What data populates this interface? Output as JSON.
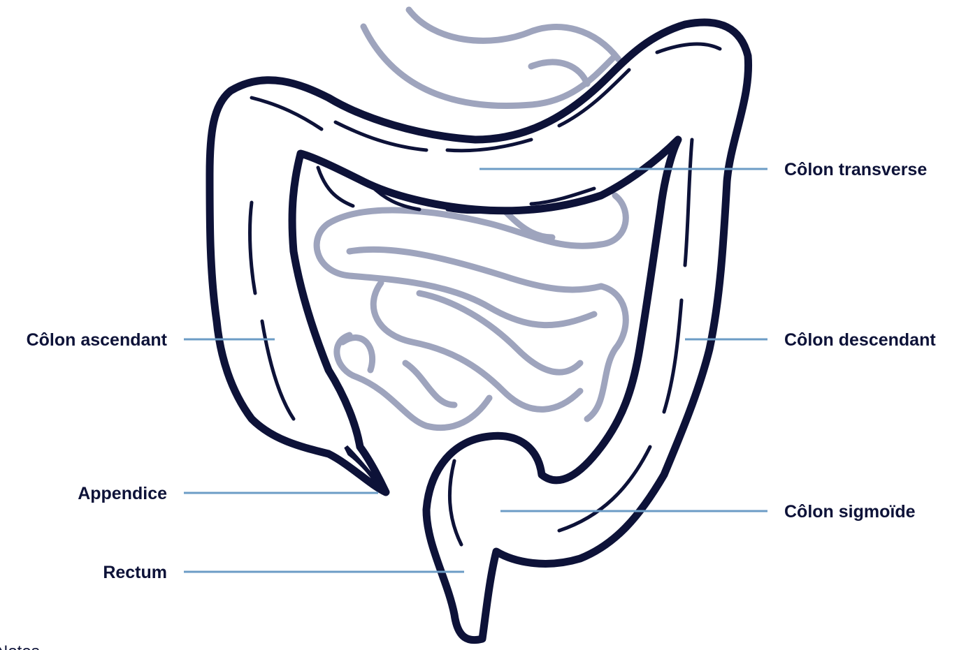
{
  "diagram": {
    "colors": {
      "colon_outline": "#0d1238",
      "intestine": "#9ea4bd",
      "leader_line": "#6c9cc6",
      "label_text": "#0d1238"
    },
    "labels": {
      "transverse": "Côlon transverse",
      "ascending": "Côlon ascendant",
      "descending": "Côlon descendant",
      "appendix": "Appendice",
      "sigmoid": "Côlon sigmoïde",
      "rectum": "Rectum"
    },
    "footer": {
      "notes": "Notes"
    }
  }
}
